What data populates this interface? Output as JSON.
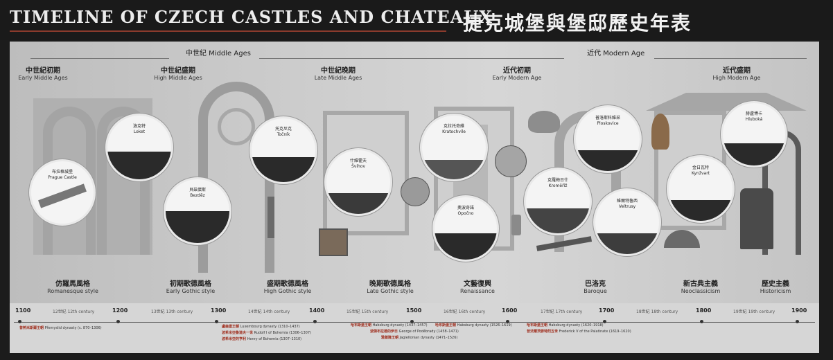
{
  "header": {
    "title_en": "TIMELINE OF CZECH CASTLES AND CHATEAUX",
    "title_zh": "捷克城堡與堡邸歷史年表"
  },
  "eras": [
    {
      "label": "中世紀 Middle Ages"
    },
    {
      "label": "近代 Modern Age"
    }
  ],
  "periods": [
    {
      "zh": "中世紀初期",
      "en": "Early Middle Ages"
    },
    {
      "zh": "中世紀盛期",
      "en": "High Middle Ages"
    },
    {
      "zh": "中世紀晚期",
      "en": "Late Middle Ages"
    },
    {
      "zh": "近代初期",
      "en": "Early Modern Age"
    },
    {
      "zh": "近代盛期",
      "en": "High Modern Age"
    }
  ],
  "castles": [
    {
      "zh": "布拉格城堡",
      "en": "Prague Castle"
    },
    {
      "zh": "洛克特",
      "en": "Loket"
    },
    {
      "zh": "貝茲傑斯",
      "en": "Bezděz"
    },
    {
      "zh": "托克尼克",
      "en": "Točník"
    },
    {
      "zh": "什維霍夫",
      "en": "Švihov"
    },
    {
      "zh": "克拉托奇維",
      "en": "Kratochvíle"
    },
    {
      "zh": "奧波奇諾",
      "en": "Opočno"
    },
    {
      "zh": "克羅梅日什",
      "en": "Kroměříž"
    },
    {
      "zh": "普洛斯科維采",
      "en": "Ploskovice"
    },
    {
      "zh": "維爾特魯西",
      "en": "Veltrusy"
    },
    {
      "zh": "金日瓦特",
      "en": "Kynžvart"
    },
    {
      "zh": "赫盧博卡",
      "en": "Hluboká"
    }
  ],
  "styles": [
    {
      "zh": "仿羅馬風格",
      "en": "Romanesque style"
    },
    {
      "zh": "初期歌德風格",
      "en": "Early Gothic style"
    },
    {
      "zh": "盛期歌德風格",
      "en": "High Gothic style"
    },
    {
      "zh": "晚期歌德風格",
      "en": "Late Gothic style"
    },
    {
      "zh": "文藝復興",
      "en": "Renaissance"
    },
    {
      "zh": "巴洛克",
      "en": "Baroque"
    },
    {
      "zh": "新古典主義",
      "en": "Neoclassicism"
    },
    {
      "zh": "歷史主義",
      "en": "Historicism"
    }
  ],
  "timeline": {
    "years": [
      "1100",
      "1200",
      "1300",
      "1400",
      "1500",
      "1600",
      "1700",
      "1800",
      "1900"
    ],
    "centuries": [
      {
        "zh": "12世紀",
        "en": "12th century"
      },
      {
        "zh": "13世紀",
        "en": "13th century"
      },
      {
        "zh": "14世紀",
        "en": "14th century"
      },
      {
        "zh": "15世紀",
        "en": "15th century"
      },
      {
        "zh": "16世紀",
        "en": "16th century"
      },
      {
        "zh": "17世紀",
        "en": "17th century"
      },
      {
        "zh": "18世紀",
        "en": "18th century"
      },
      {
        "zh": "19世紀",
        "en": "19th century"
      }
    ],
    "dynasties": [
      {
        "zh": "普熱米斯爾王朝",
        "en": "Přemyslid dynasty",
        "years": "(c. 870–1306)"
      },
      {
        "zh": "盧森堡王朝",
        "en": "Luxembourg dynasty",
        "years": "(1310–1437)"
      },
      {
        "zh": "波希米亞魯道夫一世",
        "en": "Rudolf I of Bohemia",
        "years": "(1306–1307)"
      },
      {
        "zh": "波希米亞的亨利",
        "en": "Henry of Bohemia",
        "years": "(1307–1310)"
      },
      {
        "zh": "哈布斯堡王朝",
        "en": "Habsburg dynasty",
        "years": "(1437–1457)"
      },
      {
        "zh": "波傑布拉德的伊日",
        "en": "George of Poděbrady",
        "years": "(1458–1471)"
      },
      {
        "zh": "雅蓋隆王朝",
        "en": "Jagiellonian dynasty",
        "years": "(1471–1526)"
      },
      {
        "zh": "哈布斯堡王朝",
        "en": "Habsburg dynasty",
        "years": "(1526–1619)"
      },
      {
        "zh": "哈布斯堡王朝",
        "en": "Habsburg dynasty",
        "years": "(1620–1918)"
      },
      {
        "zh": "普法爾茨腓特烈五世",
        "en": "Frederick V of the Palatinate",
        "years": "(1619–1620)"
      }
    ]
  },
  "colors": {
    "background": "#1c1c1c",
    "panel": "#cacaca",
    "accent": "#8a3a2c"
  }
}
